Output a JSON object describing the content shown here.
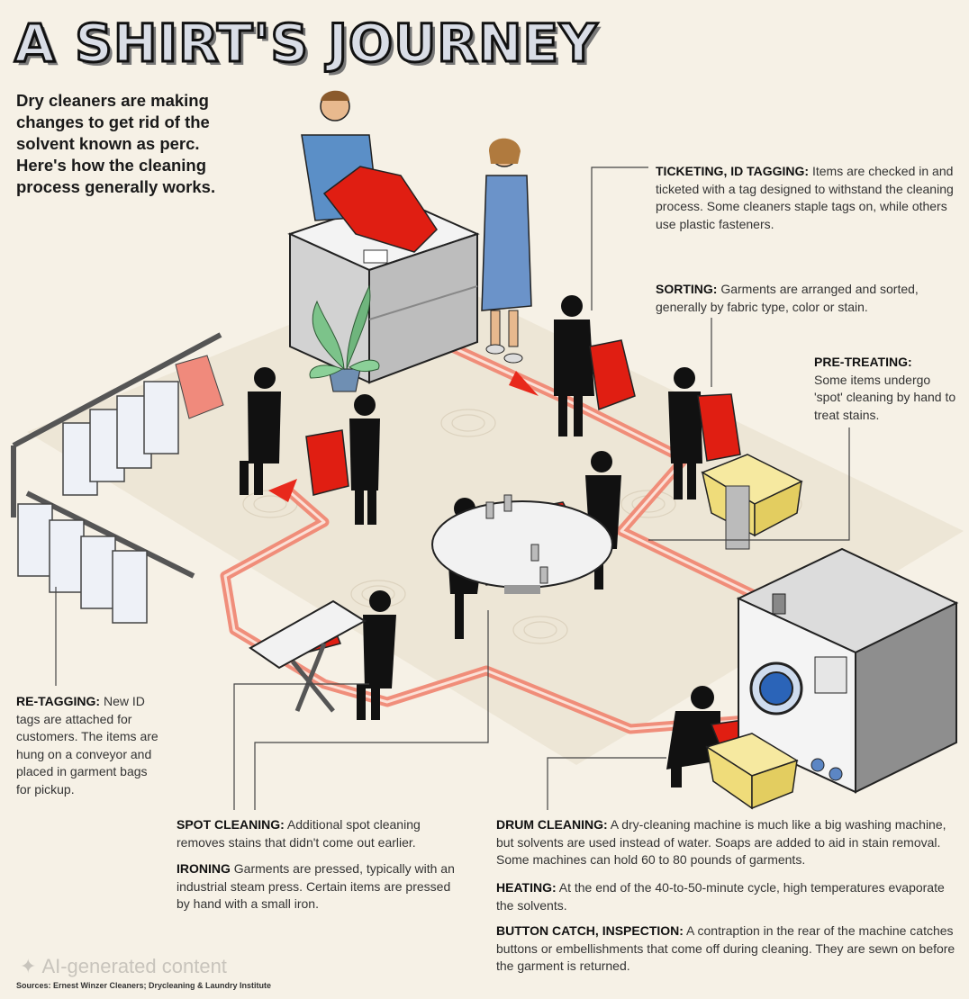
{
  "title": "A SHIRT'S JOURNEY",
  "intro": "Dry cleaners are making changes to get rid of the solvent known as perc. Here's how the cleaning process generally works.",
  "steps": {
    "ticketing": {
      "heading": "TICKETING, ID TAGGING:",
      "body": " Items are checked in and ticketed with a tag designed to withstand the cleaning process. Some cleaners staple tags on, while others use plastic fasteners."
    },
    "sorting": {
      "heading": "SORTING:",
      "body": " Garments are arranged and sorted, generally by fabric type, color or stain."
    },
    "pretreating": {
      "heading": "PRE-TREATING:",
      "body": "Some items undergo 'spot' cleaning by hand to treat stains."
    },
    "retagging": {
      "heading": "RE-TAGGING:",
      "body": " New ID tags are attached for customers. The items are hung on a conveyor and placed in garment bags for pickup."
    },
    "spot_cleaning": {
      "heading": "SPOT CLEANING:",
      "body": " Additional spot cleaning removes stains that didn't come out earlier."
    },
    "ironing": {
      "heading": "IRONING",
      "body": " Garments are pressed, typically with an industrial steam press. Certain items are pressed by hand with a small iron."
    },
    "drum_cleaning": {
      "heading": "DRUM CLEANING:",
      "body": " A dry-cleaning machine is much like a big washing machine, but solvents are used instead of water. Soaps are added to aid in stain removal. Some machines can hold 60 to 80 pounds of garments."
    },
    "heating": {
      "heading": "HEATING:",
      "body": " At the end of the 40-to-50-minute cycle, high temperatures evaporate the solvents."
    },
    "button_catch": {
      "heading": "BUTTON CATCH, INSPECTION:",
      "body": " A contraption in the rear of the machine catches buttons or embellishments that come off during cleaning. They are sewn on before the garment is returned."
    }
  },
  "sources": "Sources: Ernest Winzer Cleaners; Drycleaning & Laundry Institute",
  "watermark": "AI-generated content",
  "colors": {
    "path": "#f0836f",
    "arrow": "#e8291c",
    "shirt": "#e01e12",
    "silhouette": "#111111"
  }
}
